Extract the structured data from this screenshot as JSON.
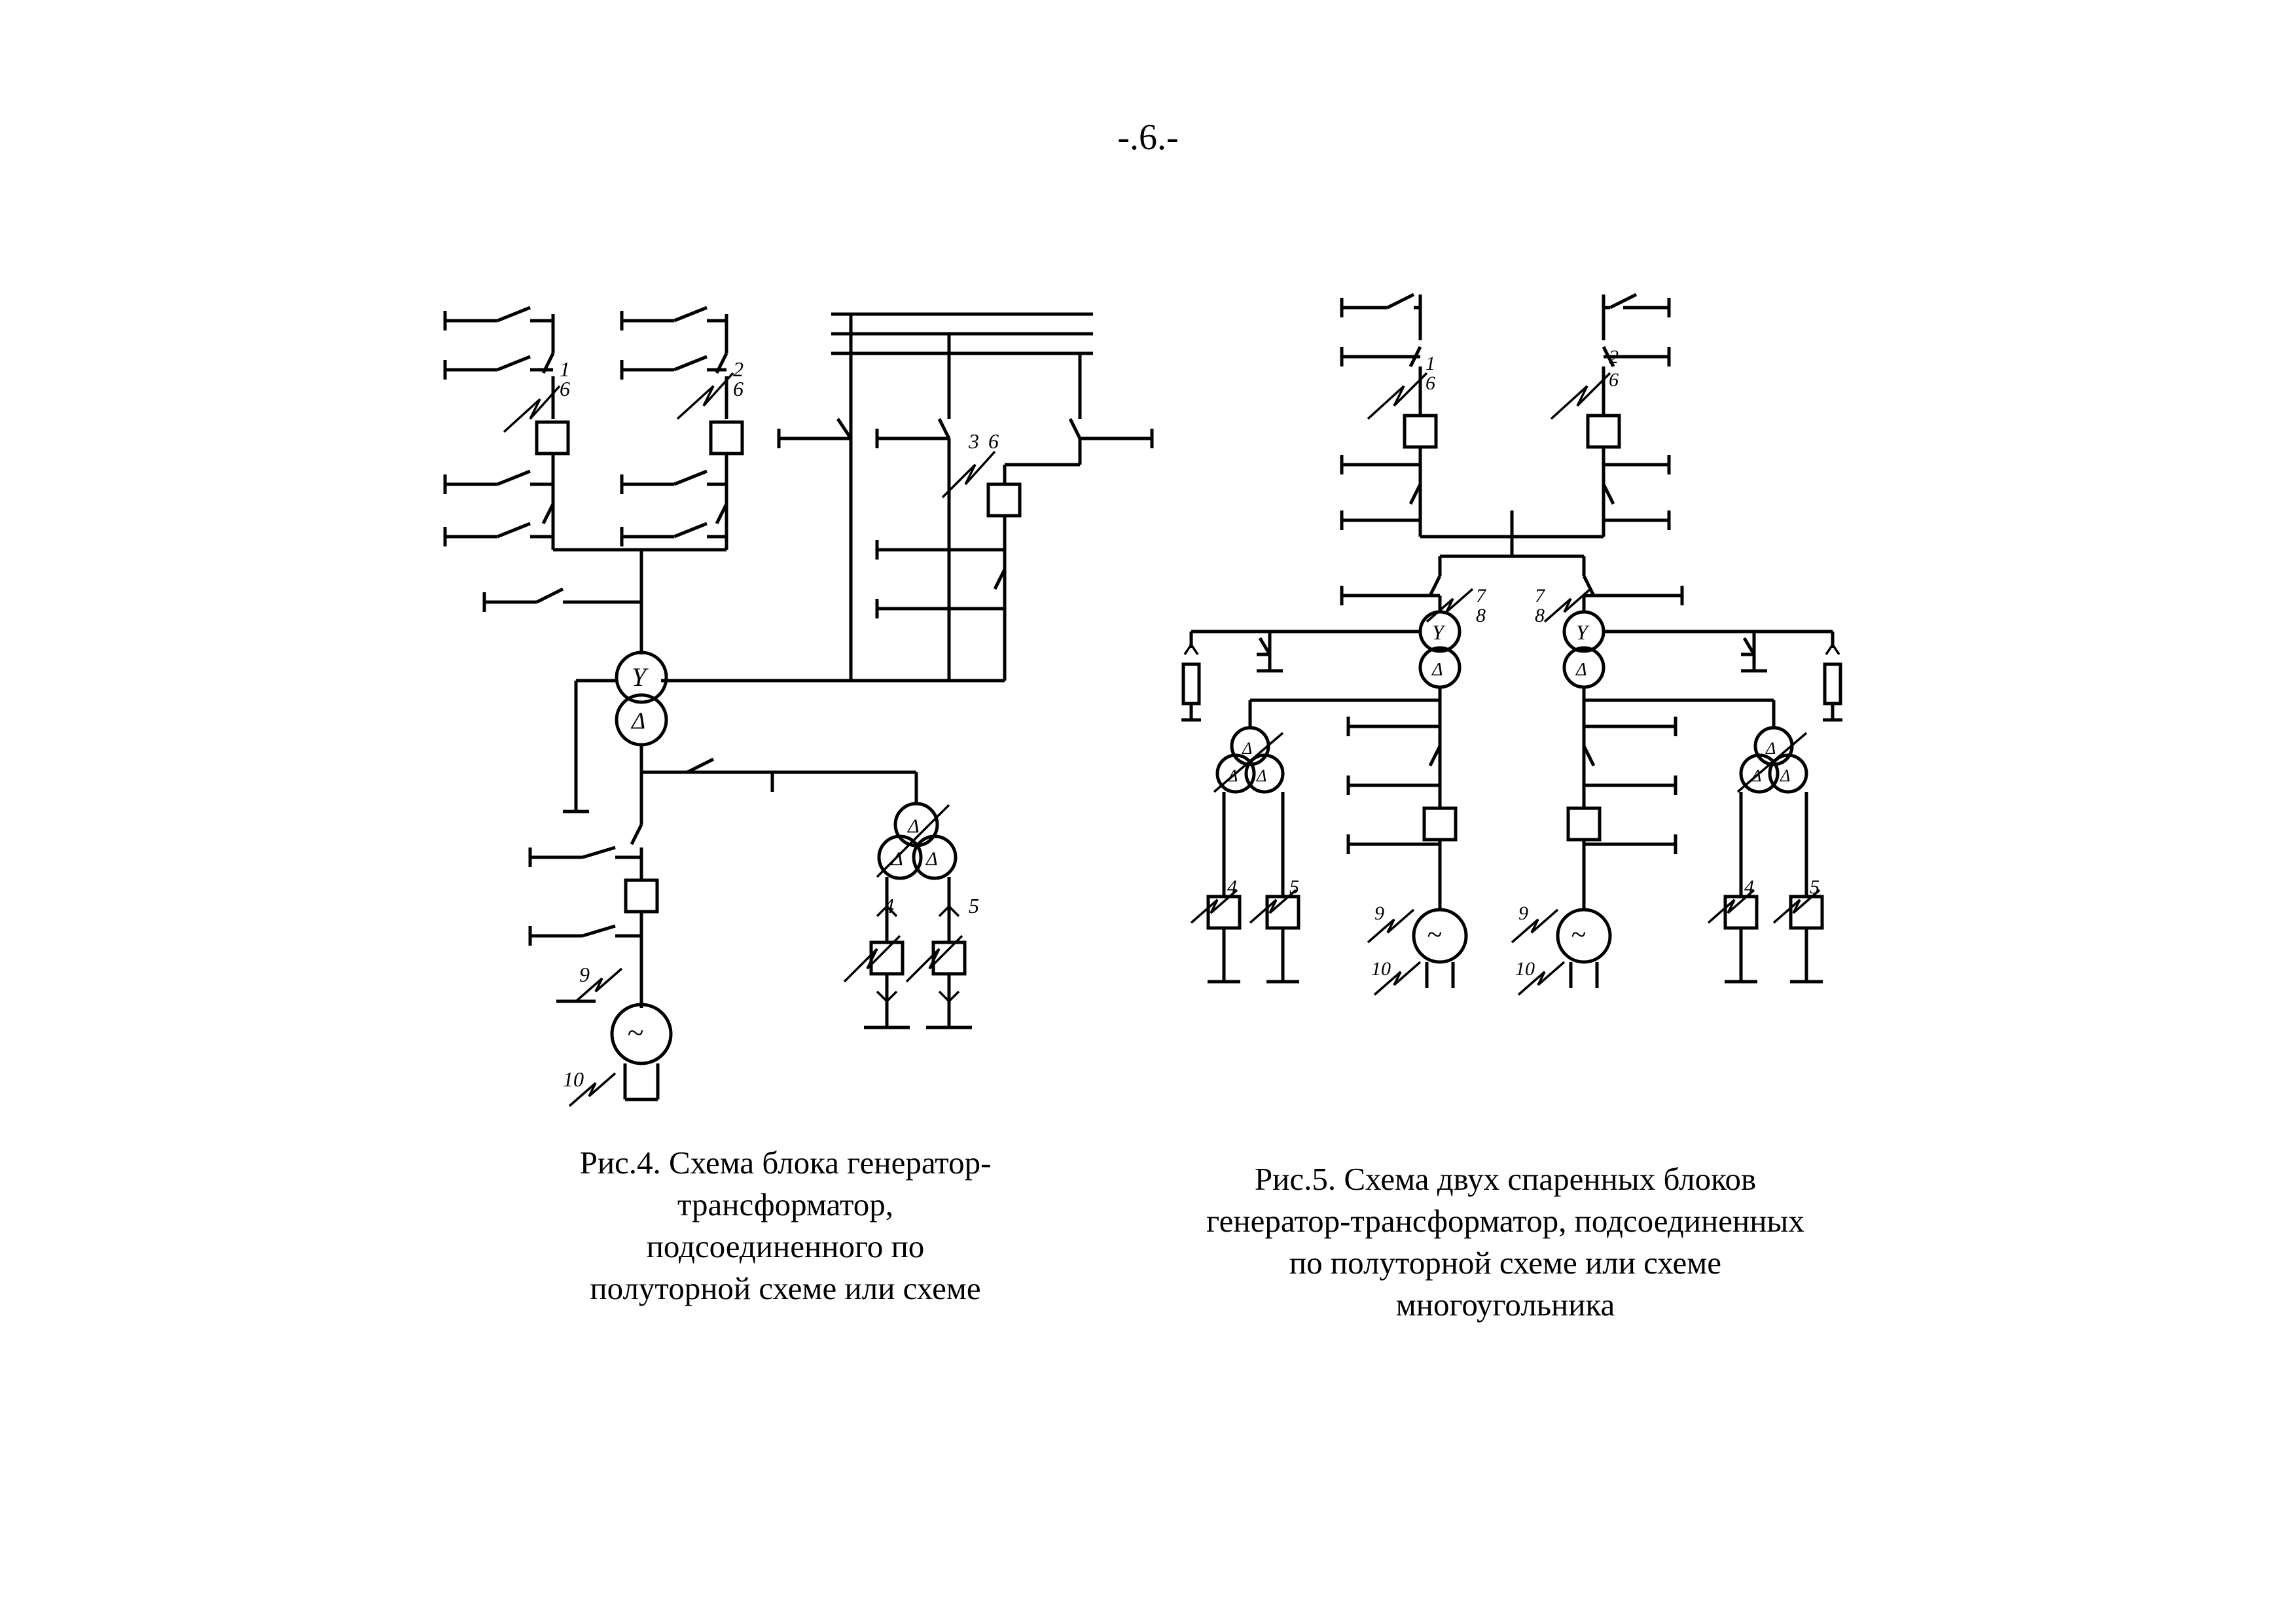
{
  "page": {
    "number": "-.6.-"
  },
  "figure4": {
    "labels": {
      "l1": "1",
      "l2": "2",
      "l3": "3",
      "l4": "4",
      "l5": "5",
      "l6a": "6",
      "l6b": "6",
      "l6c": "6",
      "l9": "9",
      "l10": "10"
    },
    "caption": [
      "Рис.4. Схема блока генератор-",
      "трансформатор,",
      "подсоединенного по",
      "полуторной схеме или схеме"
    ]
  },
  "figure5": {
    "labels": {
      "l1": "1",
      "l2": "2",
      "l6a": "6",
      "l6b": "6",
      "l7a": "7",
      "l8a": "8",
      "l7b": "7",
      "l8b": "8",
      "l4a": "4",
      "l5a": "5",
      "l4b": "4",
      "l5b": "5",
      "l9a": "9",
      "l10a": "10",
      "l9b": "9",
      "l10b": "10"
    },
    "caption": [
      "Рис.5. Схема двух спаренных блоков",
      "генератор-трансформатор, подсоединенных",
      "по полуторной схеме или схеме",
      "многоугольника"
    ]
  }
}
